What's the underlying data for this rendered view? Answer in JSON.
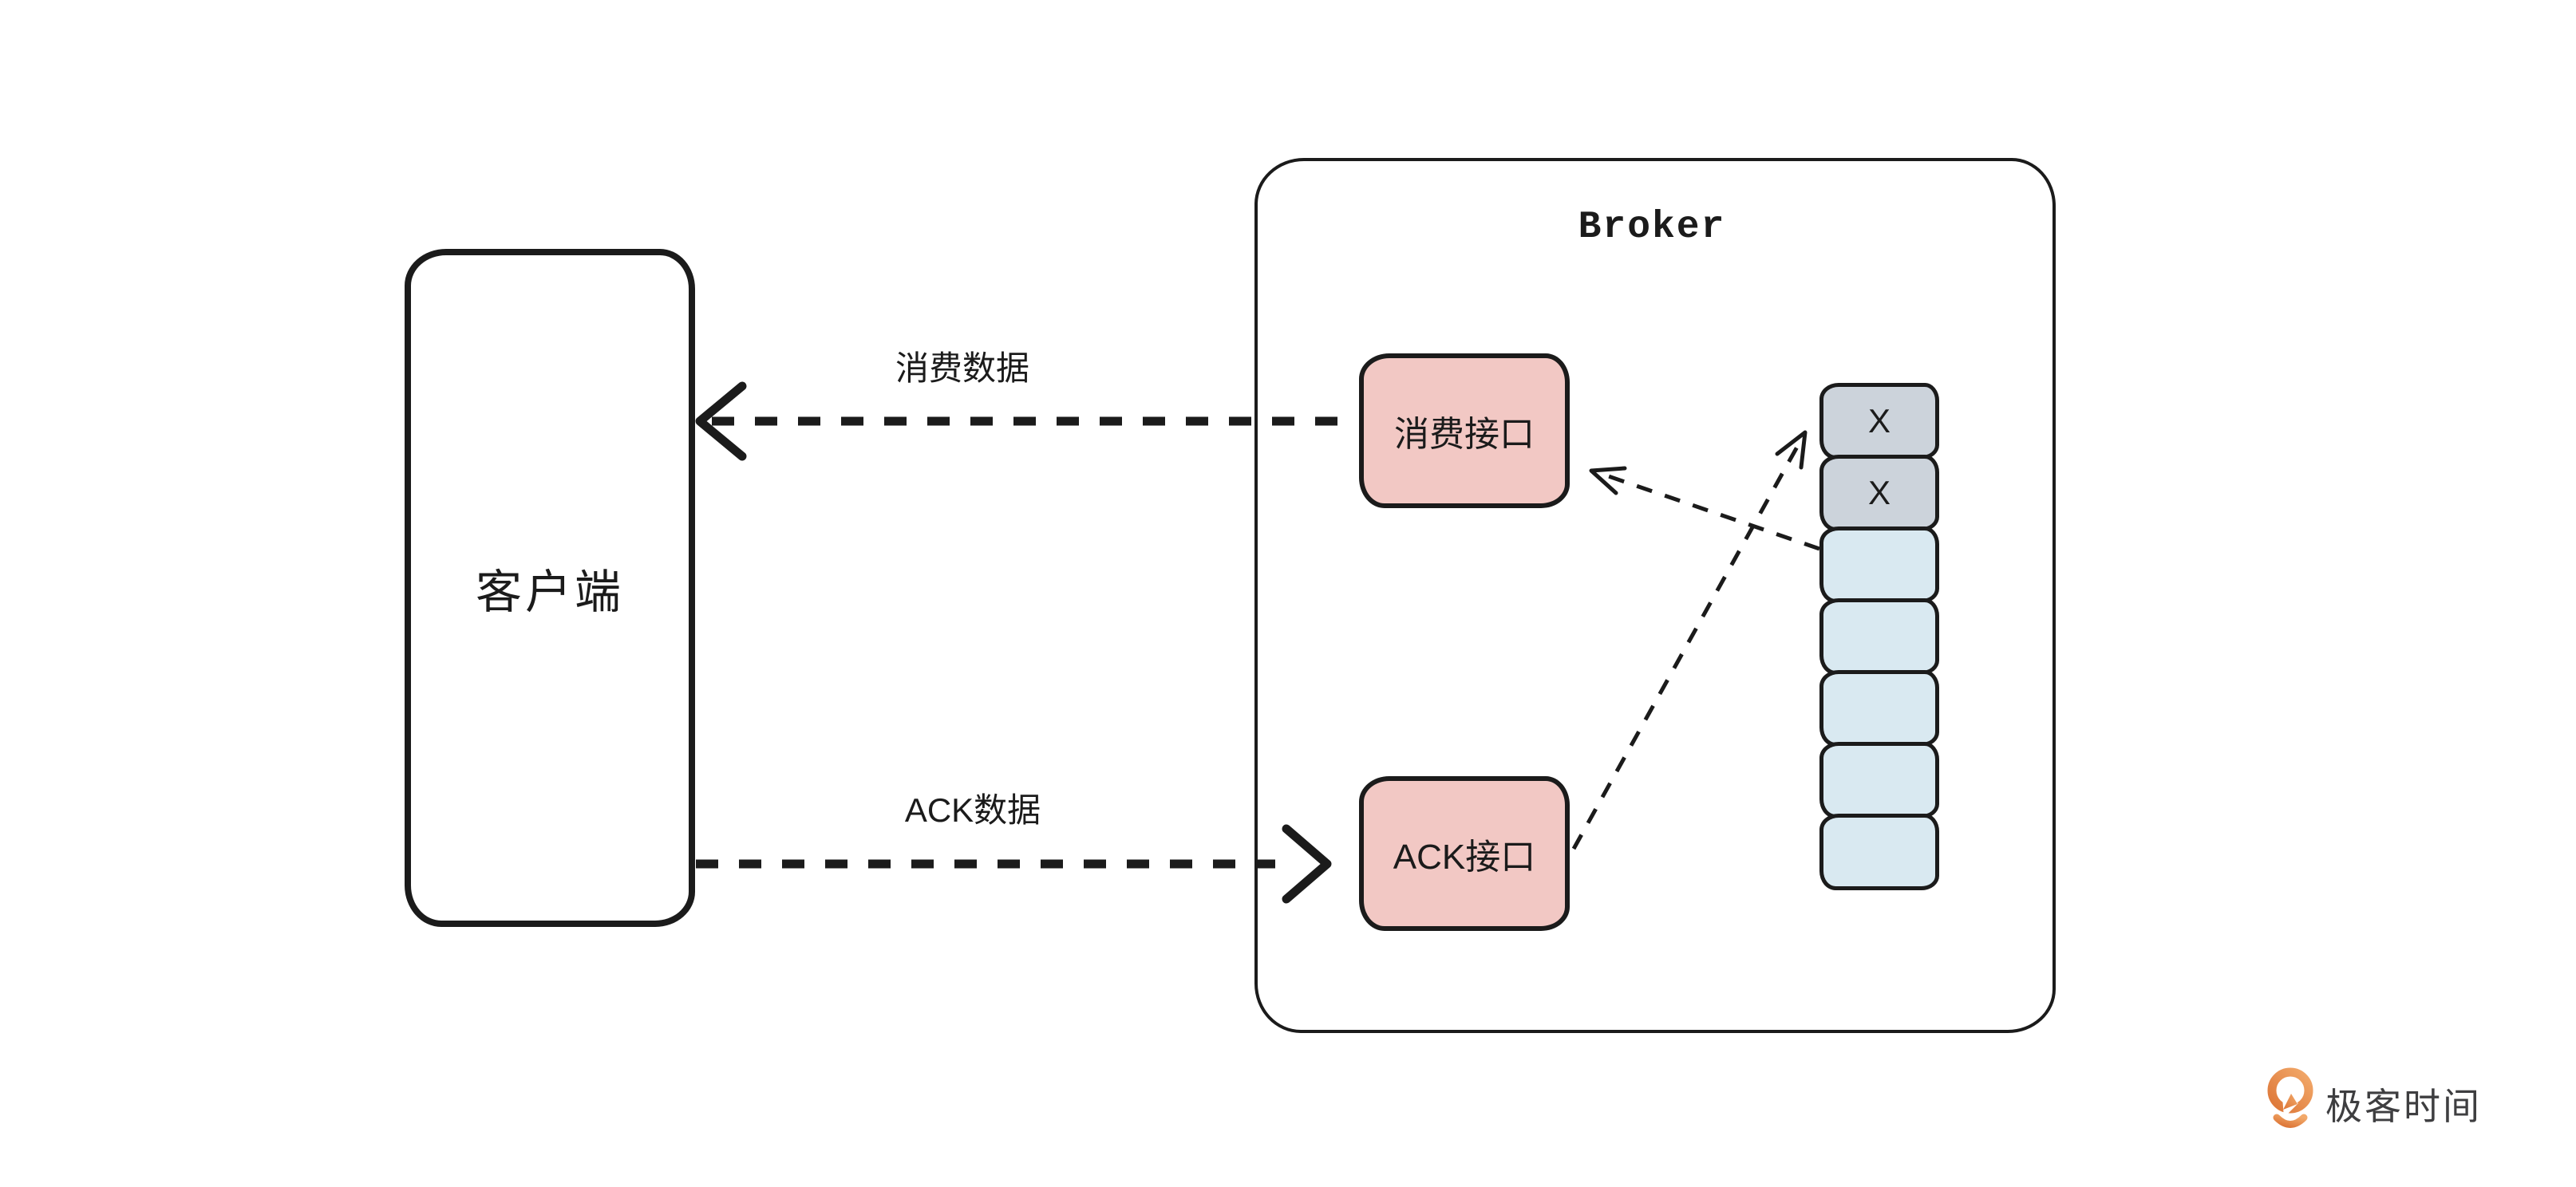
{
  "client": {
    "label": "客户端"
  },
  "arrows": {
    "consume": {
      "label": "消费数据",
      "direction": "broker-to-client"
    },
    "ack": {
      "label": "ACK数据",
      "direction": "client-to-broker"
    }
  },
  "broker": {
    "title": "Broker",
    "consume_interface": {
      "label": "消费接口"
    },
    "ack_interface": {
      "label": "ACK接口"
    },
    "queue": {
      "cells": [
        {
          "label": "X",
          "state": "consumed"
        },
        {
          "label": "X",
          "state": "consumed"
        },
        {
          "label": "",
          "state": "pending"
        },
        {
          "label": "",
          "state": "pending"
        },
        {
          "label": "",
          "state": "pending"
        },
        {
          "label": "",
          "state": "pending"
        },
        {
          "label": "",
          "state": "pending"
        }
      ]
    }
  },
  "logo": {
    "text": "极客时间"
  },
  "colors": {
    "ink": "#1b1b1b",
    "interface_fill": "#f2c8c4",
    "consumed_fill": "#ccd3db",
    "pending_fill": "#d9e9f1",
    "logo_orange_light": "#f2a96a",
    "logo_orange_dark": "#dd7637",
    "logo_text": "#3e3e40"
  }
}
